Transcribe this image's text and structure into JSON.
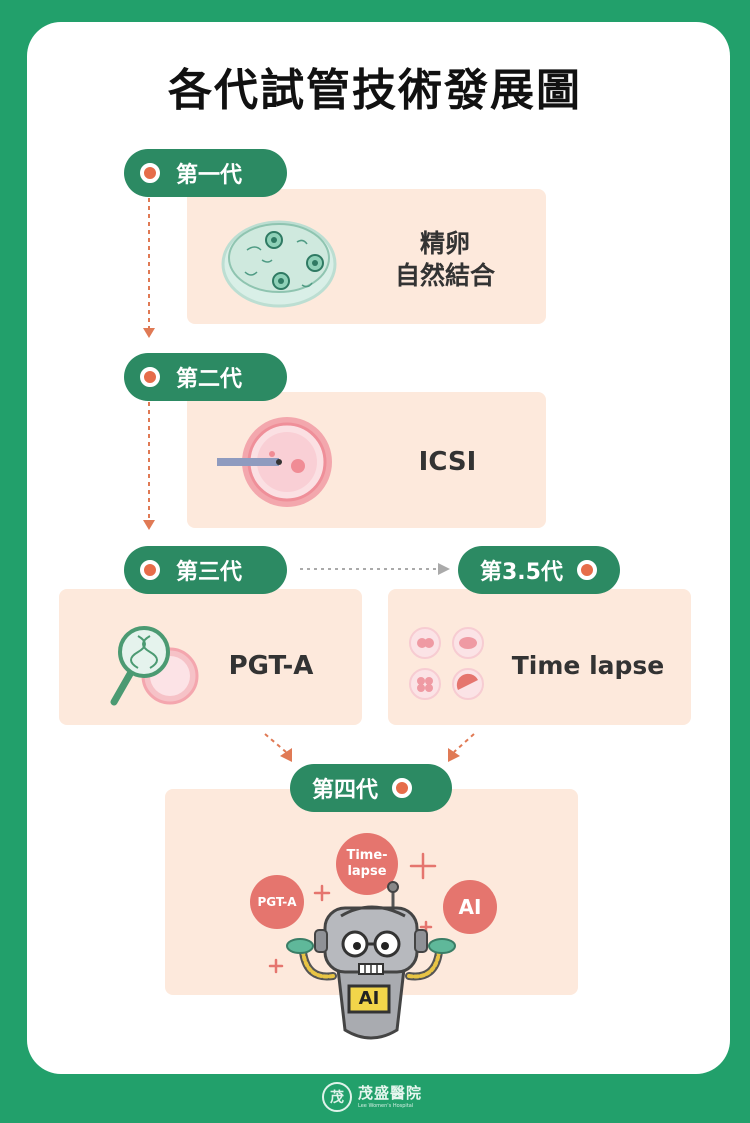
{
  "title": "各代試管技術發展圖",
  "generations": [
    {
      "label": "第一代",
      "text_line1": "精卵",
      "text_line2": "自然結合"
    },
    {
      "label": "第二代",
      "text": "ICSI"
    },
    {
      "label": "第三代",
      "text": "PGT-A"
    },
    {
      "label": "第3.5代",
      "text": "Time lapse"
    },
    {
      "label": "第四代",
      "bubbles": {
        "timelapse_line1": "Time-",
        "timelapse_line2": "lapse",
        "pgta": "PGT-A",
        "ai": "AI"
      },
      "robot_badge": "AI"
    }
  ],
  "logo": {
    "name": "茂盛醫院",
    "sub": "Lee Women's Hospital",
    "mark": "茂"
  },
  "colors": {
    "background": "#22a06b",
    "pill": "#2c8a63",
    "box": "#fde9dc",
    "accent": "#e66d4a",
    "bubble": "#e5756e"
  },
  "icons": [
    "petri-dish-icon",
    "egg-cell-icon",
    "dna-magnifier-icon",
    "embryo-cells-icon",
    "robot-icon"
  ]
}
